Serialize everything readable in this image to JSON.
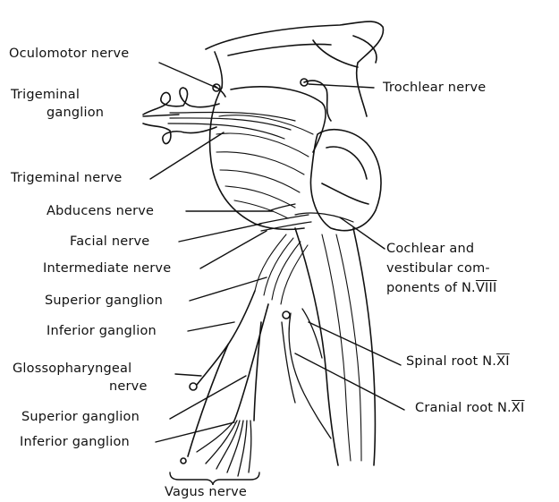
{
  "labels": {
    "oculomotor_nerve": "Oculomotor nerve",
    "trigeminal_ganglion_1": "Trigeminal",
    "trigeminal_ganglion_2": "ganglion",
    "trochlear_nerve": "Trochlear nerve",
    "trigeminal_nerve": "Trigeminal nerve",
    "abducens_nerve": "Abducens nerve",
    "facial_nerve": "Facial nerve",
    "intermediate_nerve": "Intermediate nerve",
    "cochlear_vestibular_1": "Cochlear and",
    "cochlear_vestibular_2": "vestibular com-",
    "cochlear_vestibular_3": "ponents of N.",
    "cochlear_vestibular_numeral": "VIII",
    "superior_ganglion_glosso": "Superior ganglion",
    "inferior_ganglion_glosso": "Inferior ganglion",
    "spinal_root": "Spinal root N.",
    "spinal_root_numeral": "XI",
    "glossopharyngeal_1": "Glossopharyngeal",
    "glossopharyngeal_2": "nerve",
    "cranial_root": "Cranial root N.",
    "cranial_root_numeral": "XI",
    "superior_ganglion_vagus": "Superior ganglion",
    "inferior_ganglion_vagus": "Inferior ganglion",
    "vagus_nerve": "Vagus nerve"
  },
  "colors": {
    "ink": "#111111",
    "background": "#ffffff"
  }
}
